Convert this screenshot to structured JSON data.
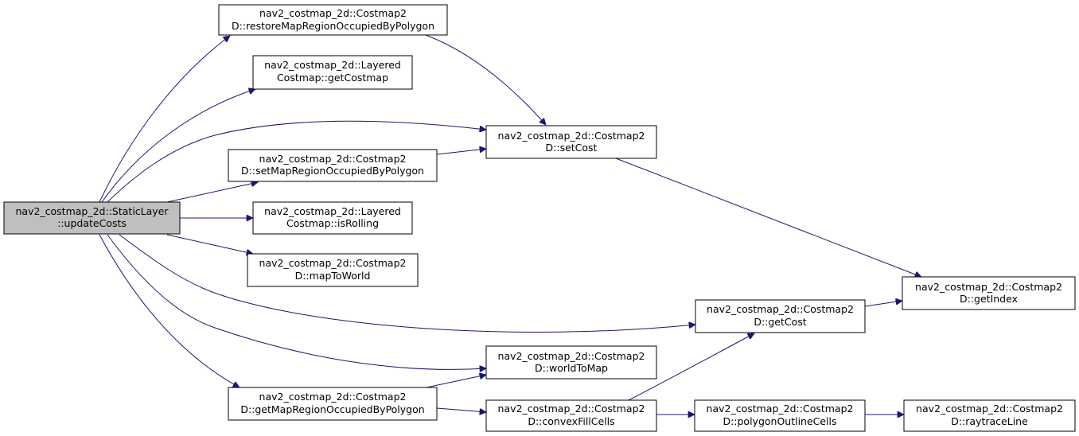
{
  "nodes": {
    "root": [
      "nav2_costmap_2d::StaticLayer",
      "::updateCosts"
    ],
    "restore": [
      "nav2_costmap_2d::Costmap2",
      "D::restoreMapRegionOccupiedByPolygon"
    ],
    "getCostmap": [
      "nav2_costmap_2d::Layered",
      "Costmap::getCostmap"
    ],
    "setCost": [
      "nav2_costmap_2d::Costmap2",
      "D::setCost"
    ],
    "setMapRegion": [
      "nav2_costmap_2d::Costmap2",
      "D::setMapRegionOccupiedByPolygon"
    ],
    "isRolling": [
      "nav2_costmap_2d::Layered",
      "Costmap::isRolling"
    ],
    "mapToWorld": [
      "nav2_costmap_2d::Costmap2",
      "D::mapToWorld"
    ],
    "getIndex": [
      "nav2_costmap_2d::Costmap2",
      "D::getIndex"
    ],
    "getCost": [
      "nav2_costmap_2d::Costmap2",
      "D::getCost"
    ],
    "worldToMap": [
      "nav2_costmap_2d::Costmap2",
      "D::worldToMap"
    ],
    "getMapRegion": [
      "nav2_costmap_2d::Costmap2",
      "D::getMapRegionOccupiedByPolygon"
    ],
    "convexFill": [
      "nav2_costmap_2d::Costmap2",
      "D::convexFillCells"
    ],
    "polygonOutline": [
      "nav2_costmap_2d::Costmap2",
      "D::polygonOutlineCells"
    ],
    "raytrace": [
      "nav2_costmap_2d::Costmap2",
      "D::raytraceLine"
    ]
  },
  "edges": [
    [
      "root",
      "restore"
    ],
    [
      "root",
      "getCostmap"
    ],
    [
      "root",
      "setCost"
    ],
    [
      "root",
      "setMapRegion"
    ],
    [
      "root",
      "isRolling"
    ],
    [
      "root",
      "mapToWorld"
    ],
    [
      "root",
      "getCost"
    ],
    [
      "root",
      "worldToMap"
    ],
    [
      "root",
      "getMapRegion"
    ],
    [
      "restore",
      "setCost"
    ],
    [
      "setMapRegion",
      "setCost"
    ],
    [
      "setCost",
      "getIndex"
    ],
    [
      "getCost",
      "getIndex"
    ],
    [
      "getMapRegion",
      "worldToMap"
    ],
    [
      "getMapRegion",
      "convexFill"
    ],
    [
      "convexFill",
      "getCost"
    ],
    [
      "convexFill",
      "polygonOutline"
    ],
    [
      "polygonOutline",
      "raytrace"
    ]
  ],
  "colors": {
    "edge": "#191970",
    "root_fill": "#bfbfbf",
    "node_fill": "#ffffff",
    "border": "#000000"
  }
}
